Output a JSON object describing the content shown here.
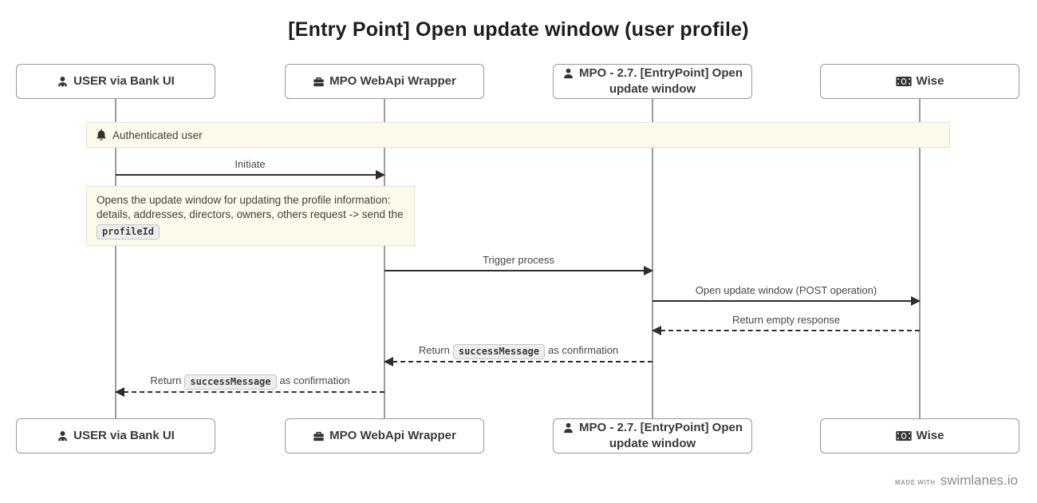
{
  "title": "[Entry Point] Open update window (user profile)",
  "actors": [
    {
      "label": "USER via Bank UI",
      "icon": "user-icon"
    },
    {
      "label": "MPO WebApi Wrapper",
      "icon": "briefcase-icon"
    },
    {
      "label": "MPO - 2.7. [EntryPoint] Open update window",
      "icon": "person-icon"
    },
    {
      "label": "Wise",
      "icon": "money-bill-icon"
    }
  ],
  "banner_note": {
    "icon": "bell-icon",
    "text": "Authenticated user"
  },
  "note": {
    "lines": [
      "Opens the update window for updating the profile information:",
      "details, addresses, directors, owners, others request -> send the"
    ],
    "code": "profileId"
  },
  "messages": [
    {
      "label": "Initiate",
      "type": "solid",
      "from": "USER via Bank UI",
      "to": "MPO WebApi Wrapper"
    },
    {
      "label": "Trigger process",
      "type": "solid",
      "from": "MPO WebApi Wrapper",
      "to": "MPO - 2.7. [EntryPoint] Open update window"
    },
    {
      "label": "Open update window (POST operation)",
      "type": "solid",
      "from": "MPO - 2.7. [EntryPoint] Open update window",
      "to": "Wise"
    },
    {
      "label": "Return empty response",
      "type": "dashed",
      "from": "Wise",
      "to": "MPO - 2.7. [EntryPoint] Open update window"
    },
    {
      "prefix": "Return",
      "code": "successMessage",
      "suffix": "as confirmation",
      "type": "dashed",
      "from": "MPO - 2.7. [EntryPoint] Open update window",
      "to": "MPO WebApi Wrapper"
    },
    {
      "prefix": "Return",
      "code": "successMessage",
      "suffix": "as confirmation",
      "type": "dashed",
      "from": "MPO WebApi Wrapper",
      "to": "USER via Bank UI"
    }
  ],
  "footer": {
    "made_with": "MADE WITH",
    "brand": "swimlanes.io"
  },
  "colors": {
    "arrow": "#2e2e2e",
    "lifeline": "#9c9c9c",
    "note_bg": "#fdfaeb",
    "note_border": "#e7e3c9",
    "code_bg": "#ededed",
    "code_border": "#c6c6c6"
  }
}
